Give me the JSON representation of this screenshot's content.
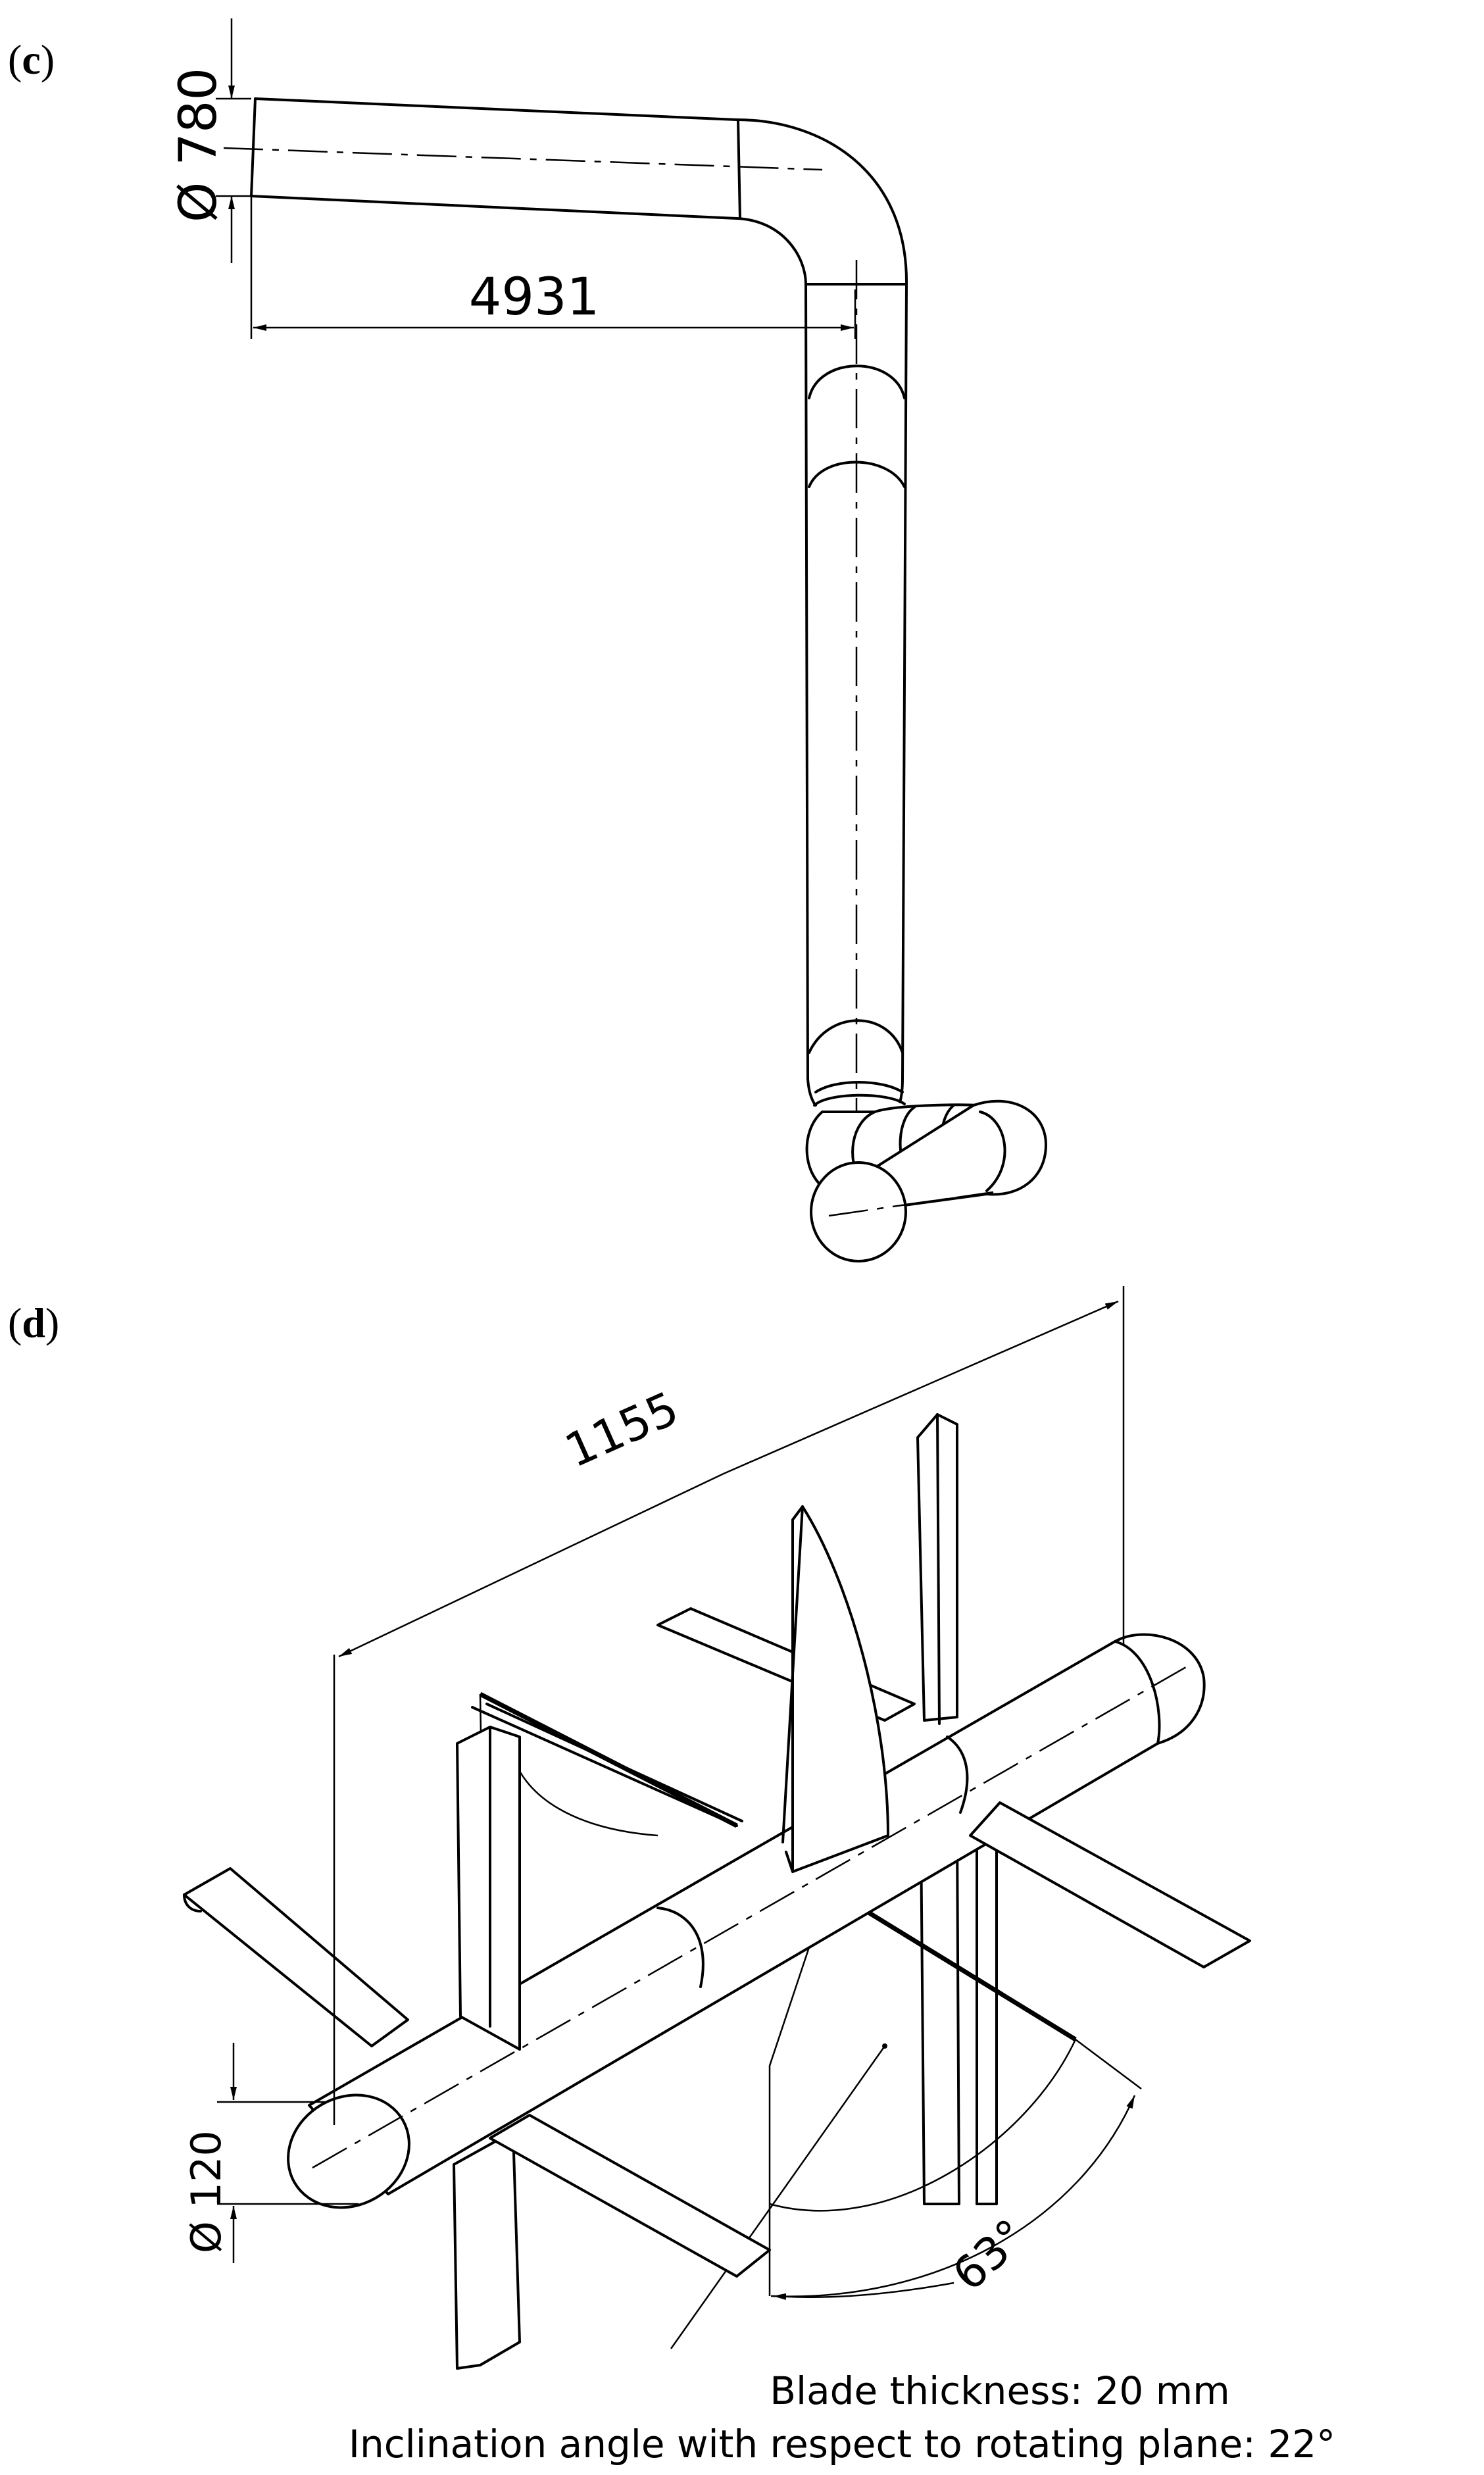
{
  "panels": {
    "c": {
      "label": "c"
    },
    "d": {
      "label": "d"
    }
  },
  "dimensions": {
    "pipe_diameter": "780",
    "pipe_length": "4931",
    "impeller_width": "1155",
    "shaft_diameter": "120",
    "blade_angle": "63°"
  },
  "notes": {
    "blade_thickness": "Blade thickness: 20 mm",
    "inclination": "Inclination angle with respect to rotating plane: 22°"
  },
  "symbols": {
    "diameter": "Ø"
  }
}
